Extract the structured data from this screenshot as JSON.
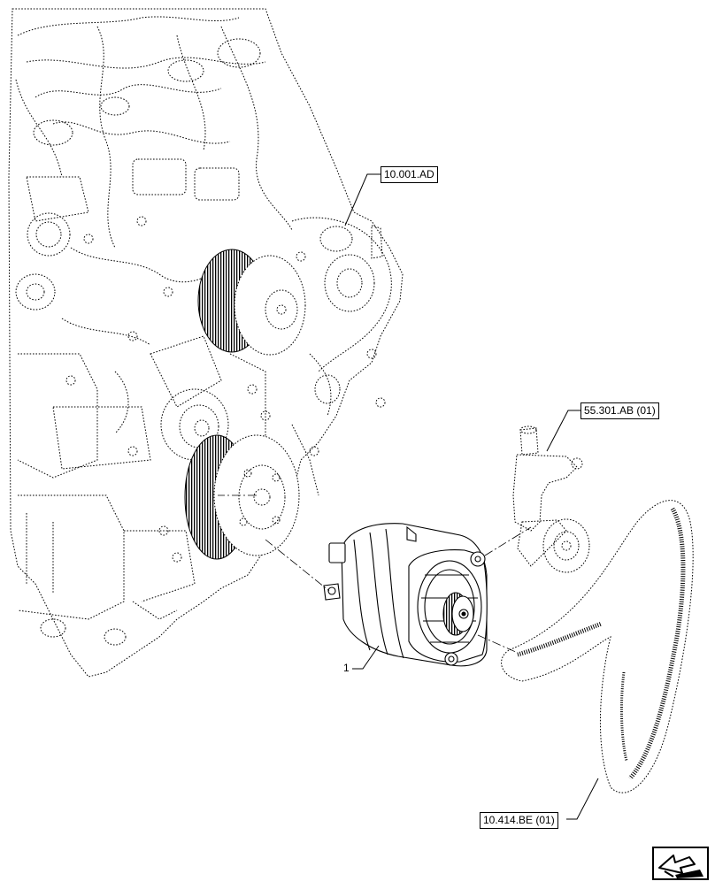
{
  "callouts": {
    "engine": "10.001.AD",
    "bracket": "55.301.AB (01)",
    "alternator": "1",
    "belt": "10.414.BE (01)"
  },
  "icons": {
    "nav": "next-page-arrow-icon"
  }
}
